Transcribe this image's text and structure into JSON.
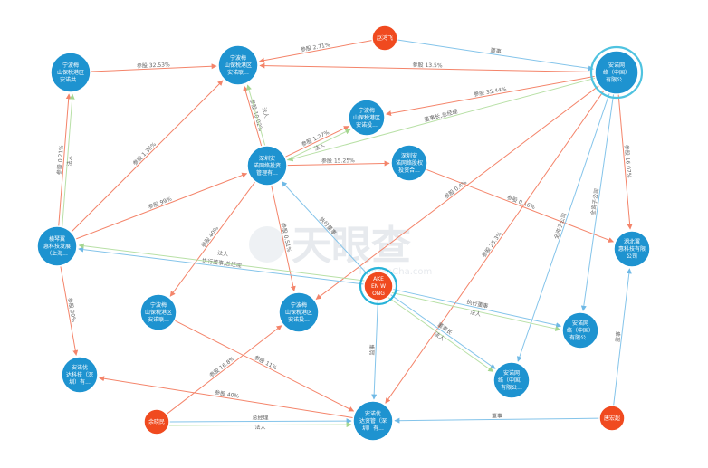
{
  "watermark": {
    "text": "天眼查",
    "sub": "TianYanCha.com"
  },
  "colors": {
    "company": "#1e93d0",
    "person": "#f04a1f",
    "invest": "#f4846a",
    "legal": "#b8e0a6",
    "exec": "#84c4ea"
  },
  "nodes": [
    {
      "id": "n1",
      "kind": "company",
      "lines": [
        "宁波梅",
        "山保税港区",
        "安诺共..."
      ]
    },
    {
      "id": "n2",
      "kind": "company",
      "lines": [
        "宁波梅",
        "山保税港区",
        "安诺联..."
      ]
    },
    {
      "id": "n3",
      "kind": "person",
      "lines": [
        "赵鸿飞"
      ]
    },
    {
      "id": "n4",
      "kind": "company",
      "highlight": true,
      "lines": [
        "安诺网",
        "络（中国）",
        "有限公..."
      ]
    },
    {
      "id": "n5",
      "kind": "company",
      "lines": [
        "宁波梅",
        "山保税港区",
        "安诺投..."
      ]
    },
    {
      "id": "n6",
      "kind": "company",
      "lines": [
        "深圳安",
        "诺网络投资",
        "管理有..."
      ]
    },
    {
      "id": "n7",
      "kind": "company",
      "lines": [
        "深圳安",
        "诺网络股权",
        "投资合..."
      ]
    },
    {
      "id": "n8",
      "kind": "company",
      "lines": [
        "横琴翼",
        "惠科技发展",
        "（上海..."
      ]
    },
    {
      "id": "n9",
      "kind": "company",
      "lines": [
        "湖北翼",
        "惠科技有限",
        "公司"
      ]
    },
    {
      "id": "n10",
      "kind": "person",
      "highlight": true,
      "lines": [
        "AKE",
        "EN W",
        "ONG"
      ]
    },
    {
      "id": "n11",
      "kind": "company",
      "lines": [
        "宁波梅",
        "山保税港区",
        "安诺联..."
      ]
    },
    {
      "id": "n12",
      "kind": "company",
      "lines": [
        "宁波梅",
        "山保税港区",
        "安诺投..."
      ]
    },
    {
      "id": "n13",
      "kind": "company",
      "lines": [
        "安诺网",
        "络（中国）",
        "有限公..."
      ]
    },
    {
      "id": "n14",
      "kind": "company",
      "lines": [
        "安诺网",
        "络（中国）",
        "有限公..."
      ]
    },
    {
      "id": "n15",
      "kind": "company",
      "lines": [
        "安诺优",
        "达科技（深",
        "圳）有..."
      ]
    },
    {
      "id": "n16",
      "kind": "person",
      "lines": [
        "余晓民"
      ]
    },
    {
      "id": "n17",
      "kind": "company",
      "lines": [
        "安诺优",
        "达资管（深",
        "圳）有..."
      ]
    },
    {
      "id": "n18",
      "kind": "person",
      "lines": [
        "唐宏超"
      ]
    }
  ],
  "edges": [
    {
      "from": "n3",
      "to": "n2",
      "type": "invest",
      "label": "参股 2.71%"
    },
    {
      "from": "n3",
      "to": "n4",
      "type": "exec",
      "label": "董事"
    },
    {
      "from": "n1",
      "to": "n2",
      "type": "invest",
      "label": "参股 32.53%"
    },
    {
      "from": "n4",
      "to": "n2",
      "type": "invest",
      "label": "参股 13.5%"
    },
    {
      "from": "n4",
      "to": "n5",
      "type": "invest",
      "label": "参股 35.44%"
    },
    {
      "from": "n6",
      "to": "n2",
      "type": "invest",
      "label": "参股 10.02%"
    },
    {
      "from": "n6",
      "to": "n2",
      "type": "legal",
      "label": "法人"
    },
    {
      "from": "n6",
      "to": "n5",
      "type": "invest",
      "label": "参股 1.27%"
    },
    {
      "from": "n6",
      "to": "n5",
      "type": "legal",
      "label": "法人"
    },
    {
      "from": "n6",
      "to": "n7",
      "type": "invest",
      "label": "参股 15.25%"
    },
    {
      "from": "n8",
      "to": "n1",
      "type": "invest",
      "label": "参股 0.21%"
    },
    {
      "from": "n8",
      "to": "n1",
      "type": "legal",
      "label": "法人"
    },
    {
      "from": "n8",
      "to": "n2",
      "type": "invest",
      "label": "参股 1.36%"
    },
    {
      "from": "n8",
      "to": "n6",
      "type": "invest",
      "label": "参股 99%"
    },
    {
      "from": "n7",
      "to": "n9",
      "type": "invest",
      "label": "参股 0.16%"
    },
    {
      "from": "n4",
      "to": "n9",
      "type": "invest",
      "label": "参股 16.07%"
    },
    {
      "from": "n4",
      "to": "n6",
      "type": "legal",
      "label": "董事长,总经理"
    },
    {
      "from": "n4",
      "to": "n12",
      "type": "invest",
      "label": "参股 0.4%"
    },
    {
      "from": "n4",
      "to": "n17",
      "type": "invest",
      "label": "参股 25.3%"
    },
    {
      "from": "n4",
      "to": "n13",
      "type": "exec",
      "label": "全资子公司"
    },
    {
      "from": "n4",
      "to": "n14",
      "type": "exec",
      "label": "全资子公司"
    },
    {
      "from": "n6",
      "to": "n11",
      "type": "invest",
      "label": "参股 40%"
    },
    {
      "from": "n6",
      "to": "n12",
      "type": "invest",
      "label": "参股 0.51%"
    },
    {
      "from": "n10",
      "to": "n6",
      "type": "exec",
      "label": "执行董事"
    },
    {
      "from": "n10",
      "to": "n8",
      "type": "exec",
      "label": "执行董事,总经理"
    },
    {
      "from": "n10",
      "to": "n8",
      "type": "legal",
      "label": "法人"
    },
    {
      "from": "n10",
      "to": "n13",
      "type": "exec",
      "label": "执行董事"
    },
    {
      "from": "n10",
      "to": "n13",
      "type": "legal",
      "label": "法人"
    },
    {
      "from": "n10",
      "to": "n14",
      "type": "exec",
      "label": "董事长"
    },
    {
      "from": "n10",
      "to": "n14",
      "type": "legal",
      "label": "法人"
    },
    {
      "from": "n10",
      "to": "n17",
      "type": "exec",
      "label": "监事"
    },
    {
      "from": "n8",
      "to": "n15",
      "type": "invest",
      "label": "参股 20%"
    },
    {
      "from": "n11",
      "to": "n17",
      "type": "invest",
      "label": "参股 11%"
    },
    {
      "from": "n16",
      "to": "n12",
      "type": "invest",
      "label": "参股 16.8%"
    },
    {
      "from": "n16",
      "to": "n17",
      "type": "exec",
      "label": "总经理"
    },
    {
      "from": "n16",
      "to": "n17",
      "type": "legal",
      "label": "法人"
    },
    {
      "from": "n17",
      "to": "n15",
      "type": "invest",
      "label": "参股 40%"
    },
    {
      "from": "n18",
      "to": "n17",
      "type": "exec",
      "label": "董事"
    },
    {
      "from": "n18",
      "to": "n9",
      "type": "exec",
      "label": "监事"
    }
  ]
}
